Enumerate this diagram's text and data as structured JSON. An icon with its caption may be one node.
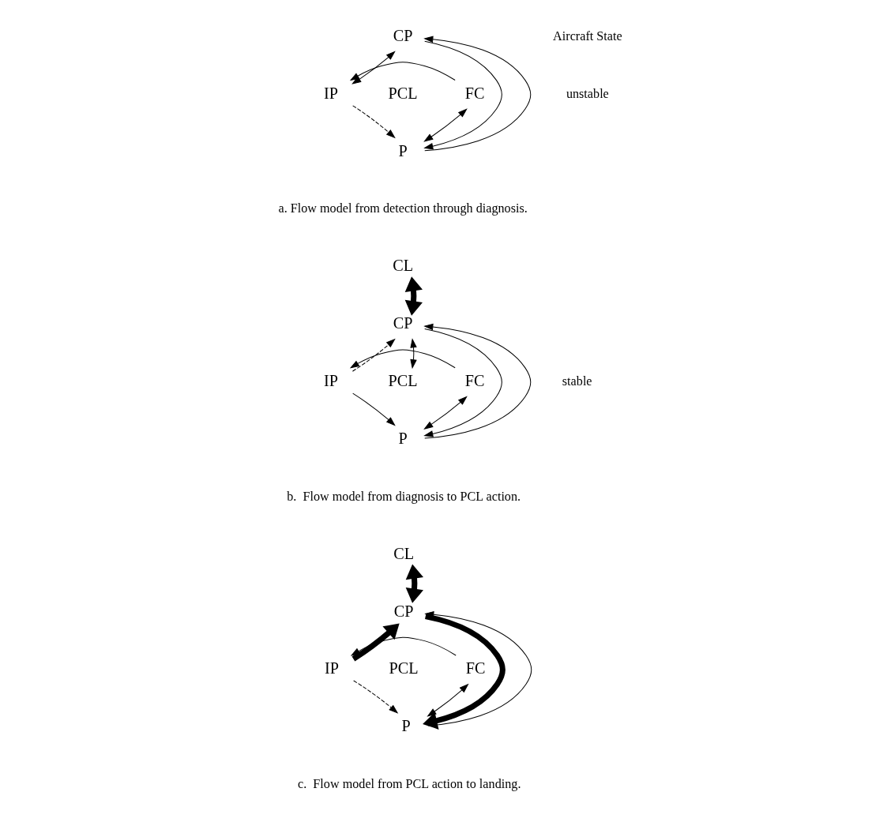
{
  "diagram": {
    "nodes": [
      {
        "text": [
          "CP"
        ]
      },
      {
        "text": [
          "IP"
        ]
      },
      {
        "text": [
          "PCL"
        ]
      },
      {
        "text": [
          "FC"
        ]
      },
      {
        "text": [
          "P"
        ]
      },
      {
        "text": [
          "CL"
        ]
      },
      {
        "text": [
          "CP"
        ]
      },
      {
        "text": [
          "IP"
        ]
      },
      {
        "text": [
          "PCL"
        ]
      },
      {
        "text": [
          "FC"
        ]
      },
      {
        "text": [
          "P"
        ]
      },
      {
        "text": [
          "CL"
        ]
      },
      {
        "text": [
          "CP"
        ]
      },
      {
        "text": [
          "IP"
        ]
      },
      {
        "text": [
          "PCL"
        ]
      },
      {
        "text": [
          "FC"
        ]
      },
      {
        "text": [
          "P"
        ]
      }
    ],
    "edges": [
      {
        "from": 1,
        "to": 0,
        "arrow": "both"
      },
      {
        "from": 1,
        "to": 4,
        "arrow": "to",
        "style": "dashed"
      },
      {
        "from": 4,
        "to": 0,
        "arrow": "to"
      },
      {
        "from": 0,
        "to": 4,
        "arrow": "to"
      },
      {
        "from": 3,
        "to": 4,
        "arrow": "both"
      },
      {
        "from": 3,
        "to": 1,
        "arrow": "to"
      },
      {
        "from": 5,
        "to": 6,
        "arrow": "both",
        "style": "thick"
      },
      {
        "from": 7,
        "to": 6,
        "arrow": "to",
        "style": "dashed"
      },
      {
        "from": 6,
        "to": 8,
        "arrow": "both"
      },
      {
        "from": 7,
        "to": 10,
        "arrow": "to"
      },
      {
        "from": 10,
        "to": 6,
        "arrow": "to"
      },
      {
        "from": 6,
        "to": 10,
        "arrow": "to"
      },
      {
        "from": 9,
        "to": 10,
        "arrow": "both"
      },
      {
        "from": 9,
        "to": 7,
        "arrow": "to"
      },
      {
        "from": 11,
        "to": 12,
        "arrow": "both",
        "style": "thick"
      },
      {
        "from": 13,
        "to": 12,
        "arrow": "to",
        "style": "thick"
      },
      {
        "from": 13,
        "to": 16,
        "arrow": "to",
        "style": "dashed"
      },
      {
        "from": 16,
        "to": 12,
        "arrow": "to"
      },
      {
        "from": 12,
        "to": 16,
        "arrow": "to",
        "style": "thick"
      },
      {
        "from": 15,
        "to": 16,
        "arrow": "both"
      },
      {
        "from": 15,
        "to": 13,
        "arrow": "to"
      }
    ],
    "labels": [
      "Aircraft State",
      "unstable",
      "a. Flow model from detection through diagnosis.",
      "stable",
      "b.  Flow model from diagnosis to PCL action.",
      "c.  Flow model from PCL action to landing."
    ]
  }
}
